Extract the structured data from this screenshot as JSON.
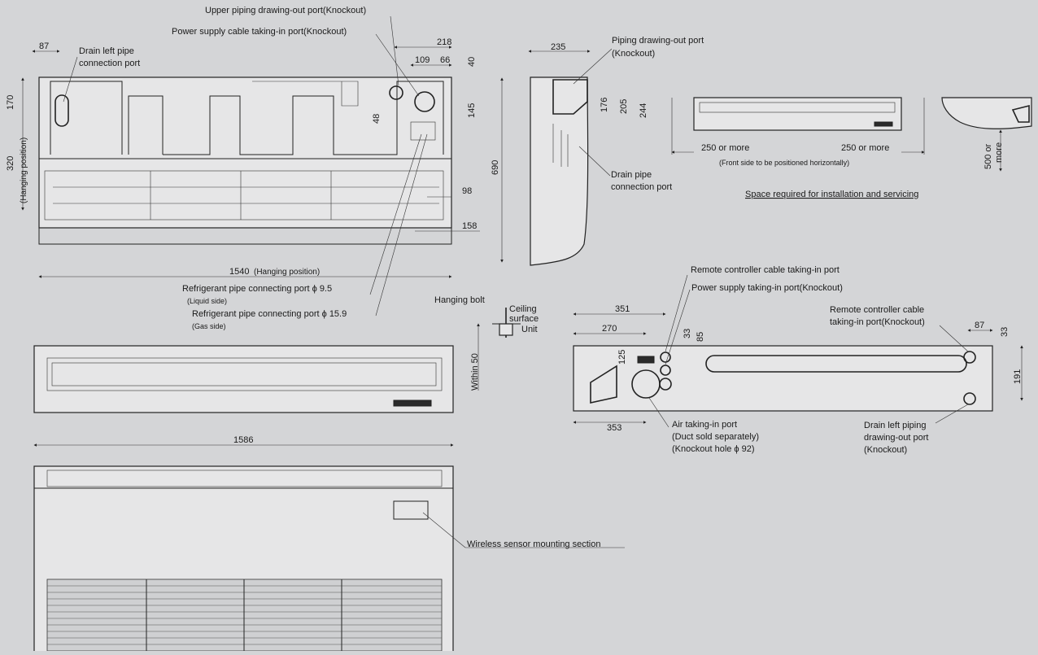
{
  "colors": {
    "background": "#d4d5d7",
    "line": "#222222",
    "unit_fill": "#e6e6e7"
  },
  "top_view": {
    "labels": {
      "upper_piping": "Upper piping drawing-out port(Knockout)",
      "power_cable": "Power supply cable taking-in port(Knockout)",
      "drain_left_1": "Drain left pipe",
      "drain_left_2": "connection port",
      "refrig_liquid": "Refrigerant pipe connecting port ϕ 9.5",
      "liquid_side": "(Liquid side)",
      "refrig_gas": "Refrigerant pipe connecting port ϕ 15.9",
      "gas_side": "(Gas side)"
    },
    "dims": {
      "d87": "87",
      "d218": "218",
      "d109": "109",
      "d66": "66",
      "d40": "40",
      "d145": "145",
      "d48": "48",
      "d170": "170",
      "d320": "320",
      "hanging_pos": "(Hanging position)",
      "d98": "98",
      "d158": "158",
      "d1540": "1540",
      "d1540_note": "(Hanging position)"
    }
  },
  "side_view": {
    "labels": {
      "piping_port_1": "Piping drawing-out port",
      "piping_port_2": "(Knockout)",
      "drain_pipe_1": "Drain pipe",
      "drain_pipe_2": "connection port"
    },
    "dims": {
      "d235": "235",
      "d176": "176",
      "d205": "205",
      "d244": "244",
      "d690": "690"
    }
  },
  "space_view": {
    "left_clear": "250 or more",
    "right_clear": "250 or more",
    "note": "(Front side to be positioned horizontally)",
    "top_clear_1": "500 or",
    "top_clear_2": "more",
    "title": "Space required for installation and servicing"
  },
  "hanging_detail": {
    "bolt": "Hanging bolt",
    "ceiling_1": "Ceiling",
    "ceiling_2": "surface",
    "unit": "Unit",
    "within": "Within 50"
  },
  "front_view": {
    "d1586": "1586"
  },
  "rear_view": {
    "labels": {
      "remote_cable": "Remote controller cable taking-in port",
      "power_supply": "Power supply taking-in port(Knockout)",
      "remote_ko_1": "Remote controller cable",
      "remote_ko_2": "taking-in port(Knockout)",
      "air_1": "Air taking-in port",
      "air_2": "(Duct sold separately)",
      "air_3": "(Knockout hole ϕ 92)",
      "drain_left_1": "Drain left piping",
      "drain_left_2": "drawing-out port",
      "drain_left_3": "(Knockout)"
    },
    "dims": {
      "d351": "351",
      "d270": "270",
      "d33a": "33",
      "d85": "85",
      "d125": "125",
      "d353": "353",
      "d87": "87",
      "d33b": "33",
      "d191": "191"
    }
  },
  "bottom_view": {
    "wireless": "Wireless sensor mounting section"
  }
}
